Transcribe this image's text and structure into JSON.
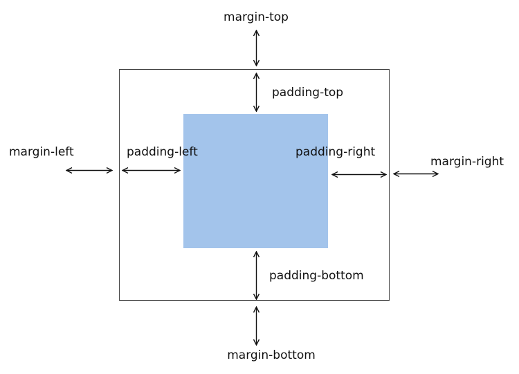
{
  "colors": {
    "background": "#ffffff",
    "border": "#444444",
    "content_fill": "#a3c4eb",
    "arrow": "#111111",
    "text": "#111111"
  },
  "labels": {
    "margin_top": "margin-top",
    "padding_top": "padding-top",
    "margin_left": "margin-left",
    "padding_left": "padding-left",
    "padding_right": "padding-right",
    "margin_right": "margin-right",
    "padding_bottom": "padding-bottom",
    "margin_bottom": "margin-bottom"
  }
}
